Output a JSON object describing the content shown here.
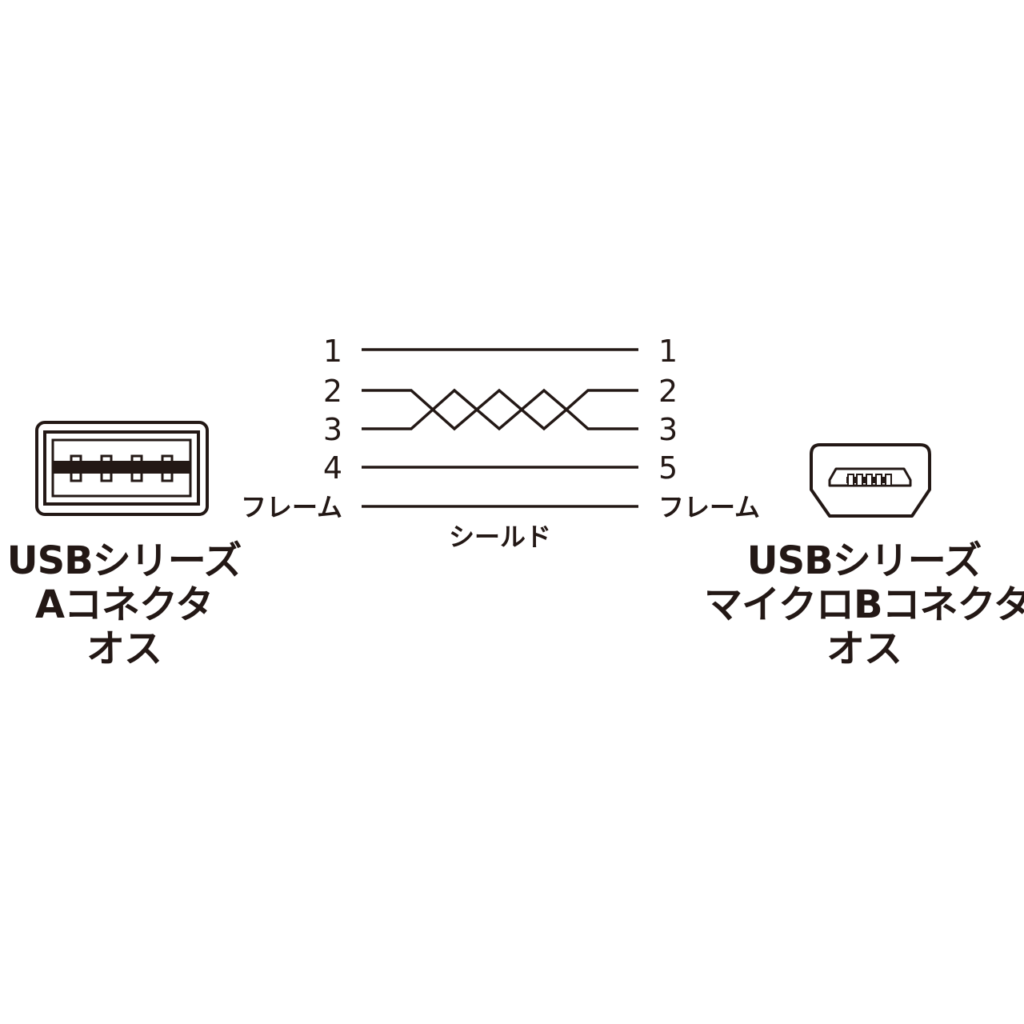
{
  "left_connector": {
    "pins": [
      "1",
      "2",
      "3",
      "4"
    ],
    "frame_label": "フレーム",
    "caption": [
      "USBシリーズ",
      "Aコネクタ",
      "オス"
    ]
  },
  "right_connector": {
    "pins": [
      "1",
      "2",
      "3",
      "5"
    ],
    "frame_label": "フレーム",
    "caption": [
      "USBシリーズ",
      "マイクロBコネクタ",
      "オス"
    ]
  },
  "shield_label": "シールド",
  "colors": {
    "ink": "#231815",
    "background": "#ffffff"
  }
}
